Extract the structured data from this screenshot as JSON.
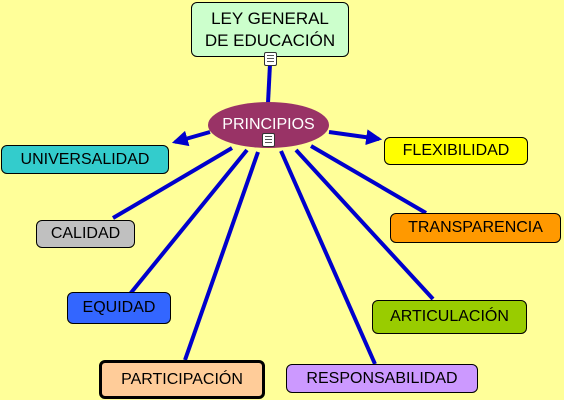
{
  "center": {
    "label": "PRINCIPIOS"
  },
  "root": {
    "label_line1": "LEY GENERAL",
    "label_line2": "DE EDUCACIÓN"
  },
  "concepts": [
    {
      "key": "universalidad",
      "label": "UNIVERSALIDAD",
      "color": "#33cccc"
    },
    {
      "key": "flexibilidad",
      "label": "FLEXIBILIDAD",
      "color": "#ffff00"
    },
    {
      "key": "calidad",
      "label": "CALIDAD",
      "color": "#c0c0c0"
    },
    {
      "key": "transparencia",
      "label": "TRANSPARENCIA",
      "color": "#ff9900"
    },
    {
      "key": "equidad",
      "label": "EQUIDAD",
      "color": "#3366ff"
    },
    {
      "key": "articulacion",
      "label": "ARTICULACIÓN",
      "color": "#99cc00"
    },
    {
      "key": "participacion",
      "label": "PARTICIPACIÓN",
      "color": "#ffcc99"
    },
    {
      "key": "responsabilidad",
      "label": "RESPONSABILIDAD",
      "color": "#cc99ff"
    }
  ],
  "colors": {
    "background": "#ffff99",
    "connector": "#0000cc",
    "center": "#993366",
    "root": "#ccffcc"
  },
  "icons": [
    "document-icon"
  ]
}
